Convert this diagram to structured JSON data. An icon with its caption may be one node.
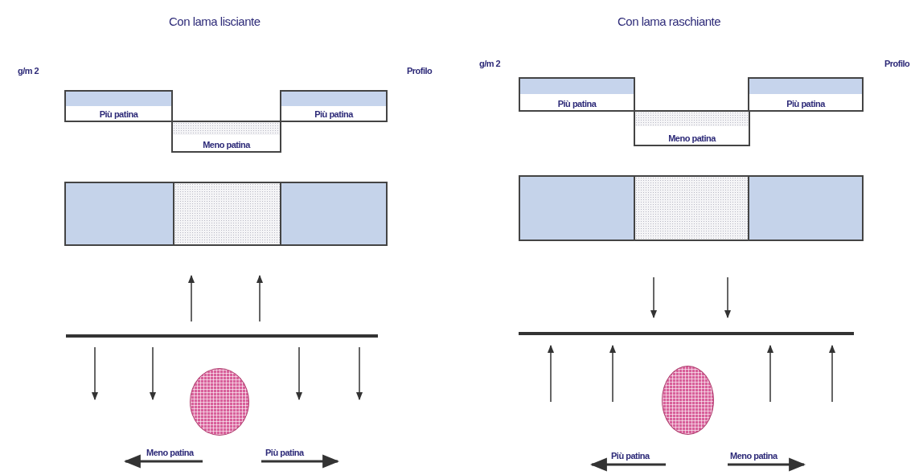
{
  "diagram": {
    "nodes": [
      {
        "text": [
          "Più patina"
        ]
      },
      {
        "text": [
          "Meno patina"
        ]
      },
      {
        "text": [
          "Più patina"
        ]
      },
      {
        "text": [],
        "shape": "box"
      },
      {
        "text": [],
        "shape": "box"
      },
      {
        "text": [],
        "shape": "box"
      },
      {
        "text": [],
        "shape": "circle"
      },
      {
        "text": [
          "Più patina"
        ]
      },
      {
        "text": [
          "Meno patina"
        ]
      },
      {
        "text": [
          "Più patina"
        ]
      },
      {
        "text": [],
        "shape": "box"
      },
      {
        "text": [],
        "shape": "box"
      },
      {
        "text": [],
        "shape": "box"
      },
      {
        "text": [],
        "shape": "circle"
      }
    ],
    "labels": [
      "Con lama lisciante",
      "g/m 2",
      "Profilo",
      "Meno patina",
      "Più patina",
      "Con lama raschiante",
      "g/m 2",
      "Profilo",
      "Più patina",
      "Meno patina"
    ]
  }
}
